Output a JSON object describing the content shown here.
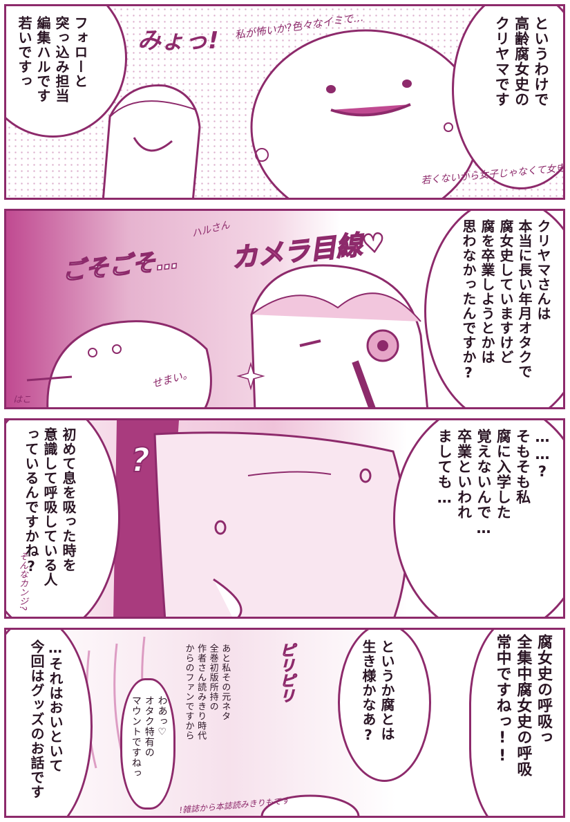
{
  "panel1": {
    "speech_right": [
      "というわけで",
      "高齢腐女史の",
      "クリヤマです"
    ],
    "speech_left": [
      "フォローと",
      "突っ込み担当",
      "編集ハルです",
      "若いですっ"
    ],
    "sfx_top": "みょっ!",
    "hand_top": "私が怖いか?色々なイミで…",
    "hand_bottom": "若くないから女子じゃなくて女史。"
  },
  "panel2": {
    "speech": [
      "クリヤマさんは",
      "本当に長い年月オタクで",
      "腐女史していますけど",
      "腐を卒業しようとかは",
      "思わなかったんですか?"
    ],
    "title_sfx": "カメラ目線♡",
    "hand_haru": "ハルさん",
    "sfx_rustle": "ごそごそ…",
    "hand_narrow": "せまい。",
    "hand_corner": "はこ"
  },
  "panel3": {
    "speech_right": [
      "……?",
      "そもそも私",
      "腐に入学した",
      "覚えないんで…",
      "卒業といわれ",
      "ましても…"
    ],
    "speech_left": [
      "初めて息を吸った時を",
      "意識して呼吸している人",
      "っているんですかね?"
    ],
    "sfx_question": "?",
    "hand_small": "そんなカンジ?"
  },
  "panel4": {
    "speech_right": [
      "腐女史の呼吸っ",
      "全集中腐女史の呼吸",
      "常中ですねっ!!"
    ],
    "speech_mid": [
      "というか腐とは",
      "生き様かなあ?"
    ],
    "sfx_piri": "ピリピリ",
    "note_fan": [
      "あと私その元ネタ",
      "全巻初版所持の",
      "作者さん読みきり時代",
      "からのファンですから"
    ],
    "speech_haru": [
      "わあっ♡",
      "オタク特有の",
      "マウントですねっ"
    ],
    "speech_left": [
      "…それはおいといて",
      "今回はグッズのお話です"
    ],
    "hand_bottom": "!雑誌から本誌読みきりもです"
  }
}
